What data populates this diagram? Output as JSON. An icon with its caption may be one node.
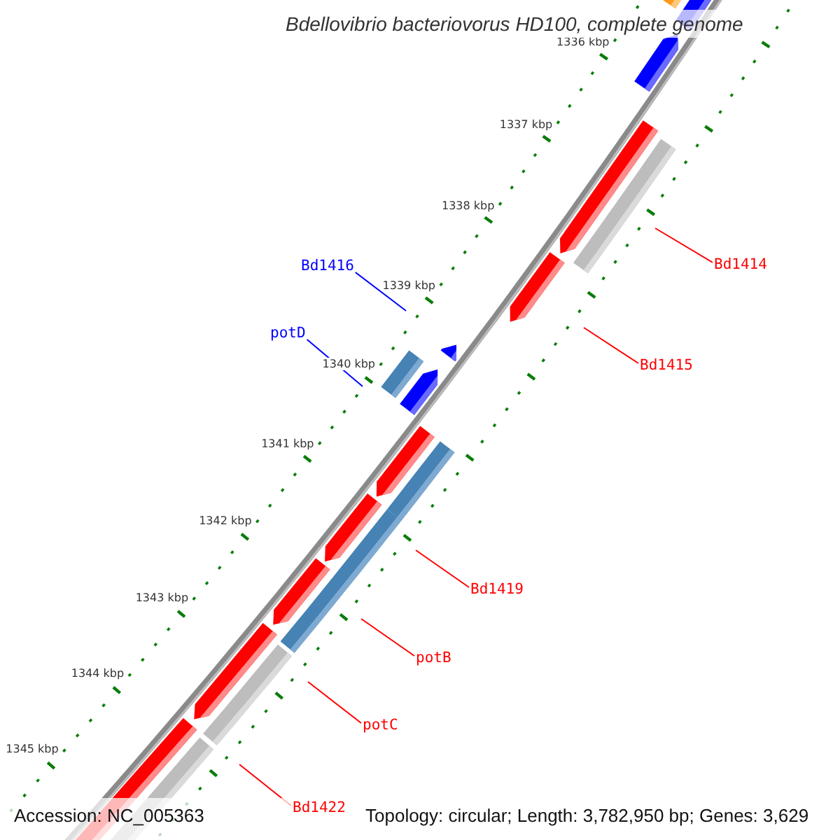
{
  "diagram": {
    "title": "Bdellovibrio bacteriovorus HD100, complete genome",
    "nodes": [
      {
        "text": [
          "Bd1416"
        ]
      },
      {
        "text": [
          "Bd1414"
        ]
      },
      {
        "text": [
          "potD"
        ]
      },
      {
        "text": [
          "Bd1415"
        ]
      },
      {
        "text": [
          "Bd1419"
        ]
      },
      {
        "text": [
          "potB"
        ]
      },
      {
        "text": [
          "potC"
        ]
      },
      {
        "text": [
          "Bd1422"
        ]
      }
    ],
    "edges": [
      {
        "from": 0,
        "to": null,
        "arrow": "none",
        "color": "#0000ff"
      },
      {
        "from": 1,
        "to": null,
        "arrow": "none"
      },
      {
        "from": 2,
        "to": null,
        "arrow": "none",
        "color": "#0000ff"
      },
      {
        "from": 3,
        "to": null,
        "arrow": "none"
      },
      {
        "from": 4,
        "to": null,
        "arrow": "none"
      },
      {
        "from": 5,
        "to": null,
        "arrow": "none"
      },
      {
        "from": 6,
        "to": null,
        "arrow": "none"
      },
      {
        "from": 7,
        "to": null,
        "arrow": "none"
      }
    ],
    "labels": [
      "1336 kbp",
      "1337 kbp",
      "1338 kbp",
      "1339 kbp",
      "1340 kbp",
      "1341 kbp",
      "1342 kbp",
      "1343 kbp",
      "1344 kbp",
      "1345 kbp",
      "Accession: NC_005363",
      "Topology: circular; Length: 3,782,950 bp; Genes: 3,629"
    ]
  }
}
